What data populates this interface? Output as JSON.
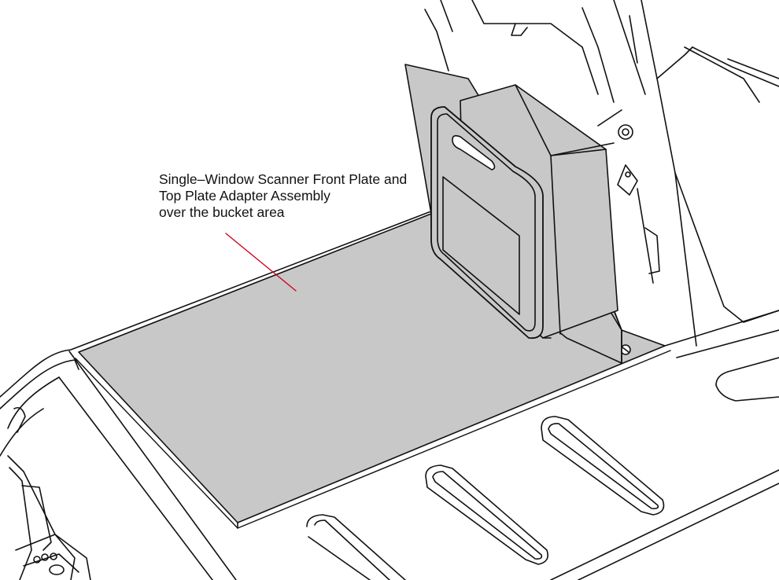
{
  "callout": {
    "lines": [
      "Single–Window Scanner Front Plate and",
      "Top Plate Adapter Assembly",
      "over the bucket area"
    ],
    "leader_color": "#d0021b"
  },
  "colors": {
    "plate_fill": "#c8c8c8",
    "line": "#111111",
    "background": "#ffffff"
  }
}
